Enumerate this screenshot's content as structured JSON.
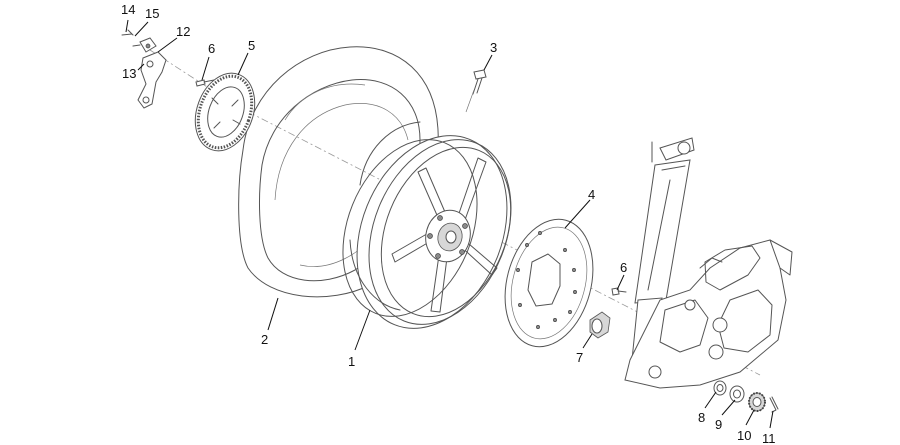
{
  "callouts": [
    {
      "id": "c1",
      "label": "1"
    },
    {
      "id": "c2",
      "label": "2"
    },
    {
      "id": "c3",
      "label": "3"
    },
    {
      "id": "c4",
      "label": "4"
    },
    {
      "id": "c5",
      "label": "5"
    },
    {
      "id": "c6a",
      "label": "6"
    },
    {
      "id": "c6b",
      "label": "6"
    },
    {
      "id": "c7",
      "label": "7"
    },
    {
      "id": "c8",
      "label": "8"
    },
    {
      "id": "c9",
      "label": "9"
    },
    {
      "id": "c10",
      "label": "10"
    },
    {
      "id": "c11",
      "label": "11"
    },
    {
      "id": "c12",
      "label": "12"
    },
    {
      "id": "c13",
      "label": "13"
    },
    {
      "id": "c14",
      "label": "14"
    },
    {
      "id": "c15",
      "label": "15"
    }
  ]
}
